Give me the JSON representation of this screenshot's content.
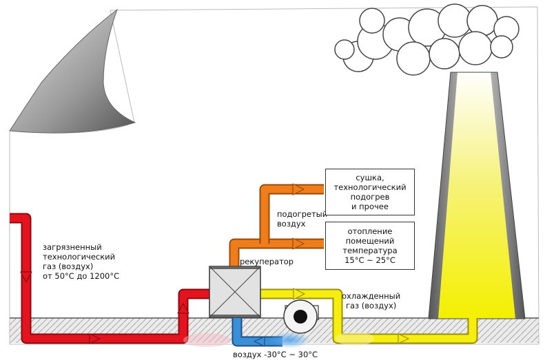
{
  "labels": {
    "polluted_gas": [
      "загрязненный",
      "технологический",
      "газ (воздух)",
      "от 50°C до 1200°C"
    ],
    "heated_air": [
      "подогретый",
      "воздух"
    ],
    "recuperator": "рекуператор",
    "cooled_gas": [
      "охлажденный",
      "газ (воздух)"
    ],
    "ambient_air": "воздух -30°C ~ 30°C"
  },
  "boxes": {
    "drying": [
      "сушка,",
      "технологический",
      "подогрев",
      "и прочее"
    ],
    "heating": [
      "отопление помещений",
      "температура",
      "15°C ~ 25°C"
    ]
  },
  "colors": {
    "hot_gas": "#e3141e",
    "heated_air": "#ef7d1a",
    "cooled_gas": "#f6ee10",
    "cold_air": "#3a8fd6",
    "ground": "#d3d3d3",
    "chimney_glow": "#f4f000"
  }
}
